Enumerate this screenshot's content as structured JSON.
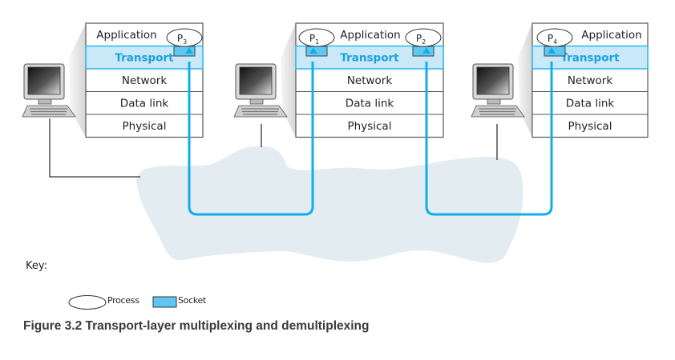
{
  "figure": {
    "caption": "Figure 3.2 Transport-layer multiplexing and demultiplexing"
  },
  "hosts": [
    {
      "name": "host-left",
      "layers": [
        "Application",
        "Transport",
        "Network",
        "Data link",
        "Physical"
      ],
      "processes": [
        {
          "label": "P",
          "sub": "3"
        }
      ]
    },
    {
      "name": "host-middle",
      "layers": [
        "Application",
        "Transport",
        "Network",
        "Data link",
        "Physical"
      ],
      "processes": [
        {
          "label": "P",
          "sub": "1"
        },
        {
          "label": "P",
          "sub": "2"
        }
      ]
    },
    {
      "name": "host-right",
      "layers": [
        "Application",
        "Transport",
        "Network",
        "Data link",
        "Physical"
      ],
      "processes": [
        {
          "label": "P",
          "sub": "4"
        }
      ]
    }
  ],
  "key": {
    "title": "Key:",
    "process_label": "Process",
    "socket_label": "Socket"
  },
  "colors": {
    "transport_fill": "#c9e8f8",
    "transport_border": "#29b6f0",
    "transport_text": "#1ba1e2",
    "socket_fill": "#5fc8f0",
    "path_line": "#12aee8",
    "network_cloud": "#e3ecf1",
    "stack_border": "#555555"
  }
}
